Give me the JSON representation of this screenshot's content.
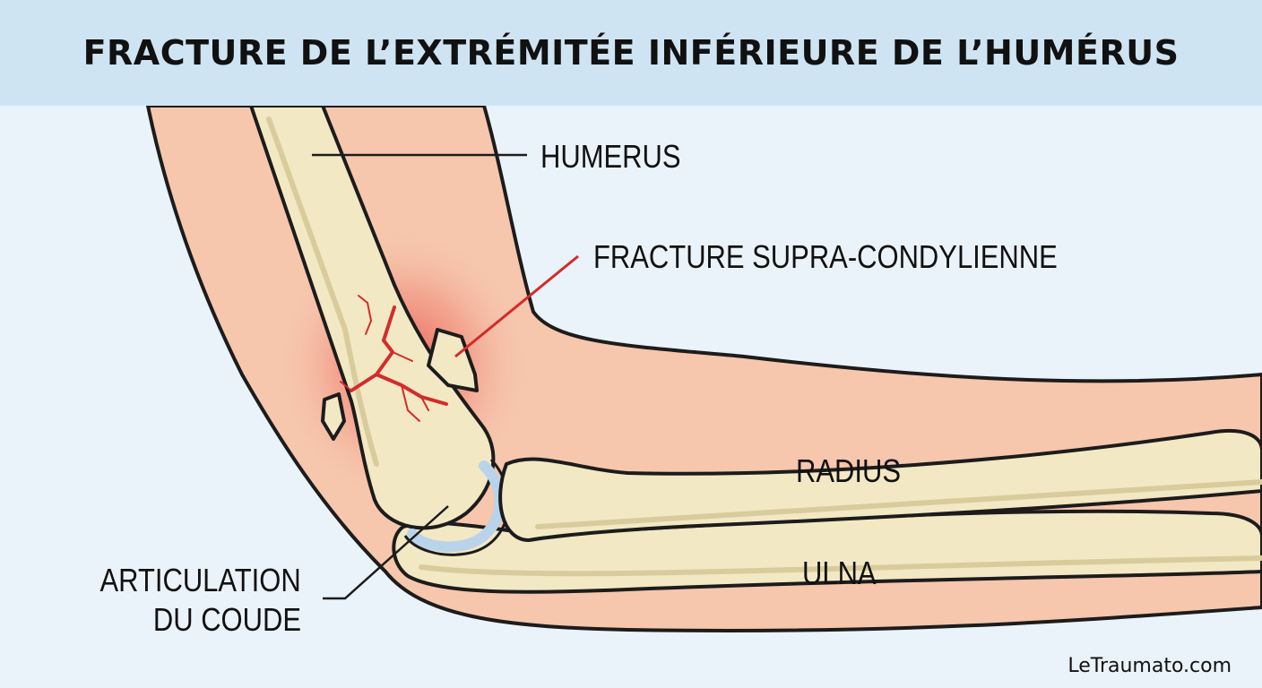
{
  "title": "FRACTURE DE L’EXTRÉMITÉE INFÉRIEURE DE L’HUMÉRUS",
  "labels": {
    "humerus": "HUMERUS",
    "fracture": "FRACTURE SUPRA-CONDYLIENNE",
    "radius": "RADIUS",
    "ulna": "ULNA",
    "articulation_line1": "ARTICULATION",
    "articulation_line2": "DU COUDE"
  },
  "watermark": "LeTraumato.com",
  "colors": {
    "background": "#eaf3fa",
    "title_band": "#cfe4f3",
    "skin": "#f6c6ad",
    "bone": "#f3e8c4",
    "bone_shadow": "#d9cc9c",
    "fracture_red": "#d42b2b",
    "cartilage": "#b9d4ea",
    "outline": "#1c1c1c"
  }
}
